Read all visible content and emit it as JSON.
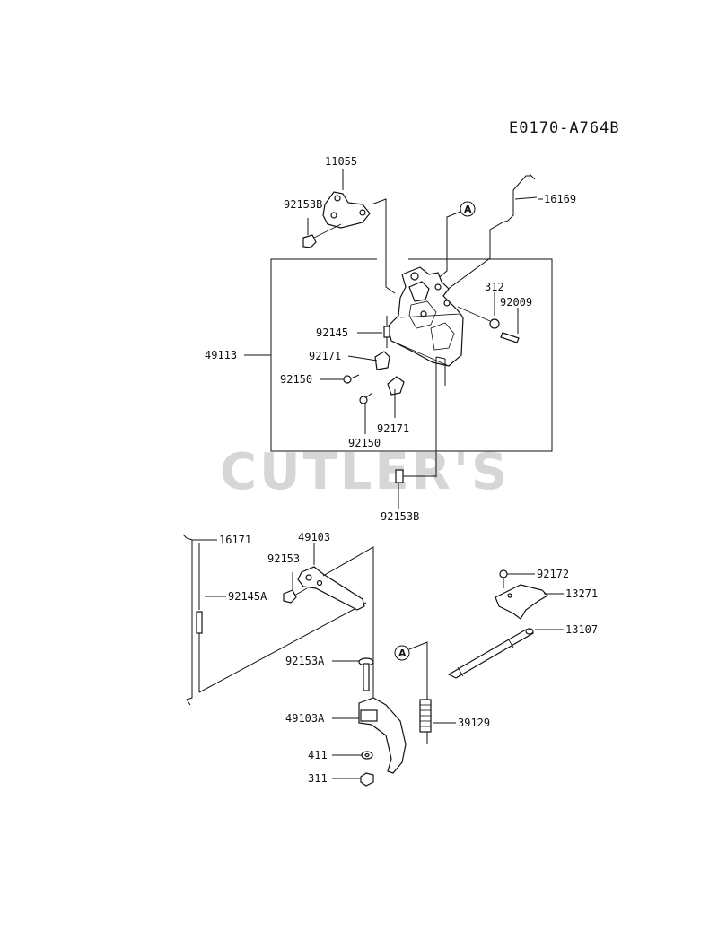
{
  "diagram": {
    "code": "E0170-A764B",
    "watermark": "CUTLER'S",
    "callout_letter": "A",
    "labels": {
      "p11055": "11055",
      "p92153B_top": "92153B",
      "p16169": "16169",
      "p312": "312",
      "p92009": "92009",
      "p92145": "92145",
      "p49113": "49113",
      "p92171_a": "92171",
      "p92150_a": "92150",
      "p92171_b": "92171",
      "p92150_b": "92150",
      "p92153B_bottom": "92153B",
      "p16171": "16171",
      "p49103": "49103",
      "p92153": "92153",
      "p92145A": "92145A",
      "p92172": "92172",
      "p13271": "13271",
      "p13107": "13107",
      "p92153A": "92153A",
      "p49103A": "49103A",
      "p39129": "39129",
      "p411": "411",
      "p311": "311"
    }
  }
}
